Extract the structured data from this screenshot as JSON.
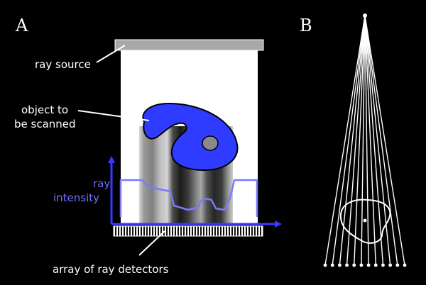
{
  "panels": {
    "a": {
      "letter": "A"
    },
    "b": {
      "letter": "B"
    }
  },
  "labels": {
    "ray_source": "ray source",
    "object_line1": "object to",
    "object_line2": "be scanned",
    "intensity_line1": "ray",
    "intensity_line2": "intensity",
    "detectors": "array of ray detectors"
  },
  "colors": {
    "background": "#000000",
    "object_fill": "#2f3cff",
    "intensity_curve": "#7a7aff",
    "axis_arrows": "#3a3aff",
    "rays": "#ffffff",
    "source_bar": "#a8a8a8"
  },
  "fan_beam": {
    "ray_count": 12
  }
}
